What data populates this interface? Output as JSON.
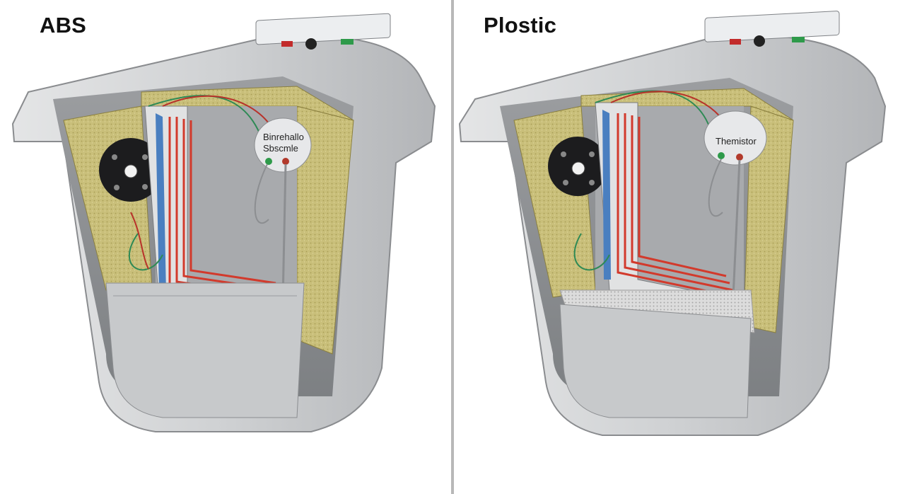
{
  "panels": [
    {
      "title": "ABS",
      "sensor_label_line1": "Binrehallo",
      "sensor_label_line2": "Sbscmle"
    },
    {
      "title": "Plostic",
      "sensor_label_line1": "Themistor",
      "sensor_label_line2": ""
    }
  ],
  "colors": {
    "shell": "#c9cbcd",
    "insulation": "#c9bf7a",
    "heater_wire": "#d23a2c",
    "cold_line": "#4a7fc0",
    "signal_wire": "#2e8a55",
    "tray": "#c7c9cb"
  }
}
